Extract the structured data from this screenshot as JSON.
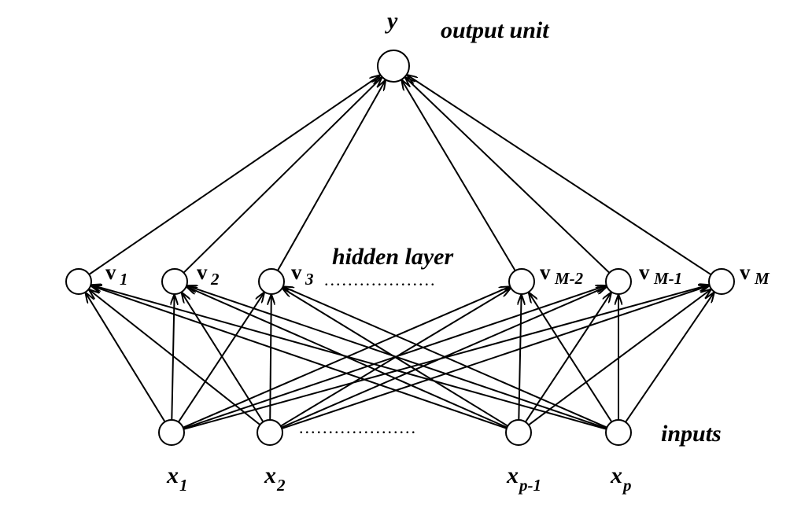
{
  "output": {
    "symbol": "y",
    "label": "output unit"
  },
  "hidden": {
    "label": "hidden layer",
    "ellipsis": "...................",
    "nodes": [
      {
        "base": "v",
        "sub": "1"
      },
      {
        "base": "v",
        "sub": "2"
      },
      {
        "base": "v",
        "sub": "3"
      },
      {
        "base": "v",
        "sub": "M-2"
      },
      {
        "base": "v",
        "sub": "M-1"
      },
      {
        "base": "v",
        "sub": "M"
      }
    ]
  },
  "inputs": {
    "label": "inputs",
    "ellipsis": "....................",
    "nodes": [
      {
        "base": "x",
        "sub": "1"
      },
      {
        "base": "x",
        "sub": "2"
      },
      {
        "base": "x",
        "sub": "p-1"
      },
      {
        "base": "x",
        "sub": "p"
      }
    ]
  }
}
